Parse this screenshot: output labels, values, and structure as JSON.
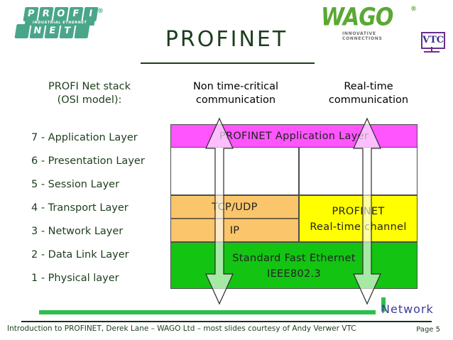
{
  "slide": {
    "title": "PROFINET",
    "page_label": "Page 5",
    "footer": "Introduction to PROFINET, Derek Lane – WAGO Ltd – most slides courtesy of Andy Verwer VTC"
  },
  "logos": {
    "profinet": {
      "line1": "PROFI",
      "line1_letters": [
        "P",
        "R",
        "O",
        "F",
        "I"
      ],
      "line2_letters": [
        "",
        "N",
        "E",
        "T",
        ""
      ],
      "tagline": "INDUSTRIAL ETHERNET",
      "registered": "®",
      "color": "#4aa68a"
    },
    "wago": {
      "wordmark": "WAGO",
      "tagline": "INNOVATIVE CONNECTIONS",
      "registered": "®",
      "color": "#5ba834"
    },
    "vtc": {
      "text": "VTC",
      "color": "#6a2d8f"
    }
  },
  "columns": {
    "stack_header": "PROFI Net stack\n(OSI model):",
    "stack_header_line1": "PROFI Net stack",
    "stack_header_line2": "(OSI model):",
    "non_time_line1": "Non time-critical",
    "non_time_line2": "communication",
    "real_time_line1": "Real-time",
    "real_time_line2": "communication"
  },
  "osi_layers": [
    {
      "label": "7 - Application Layer"
    },
    {
      "label": "6 - Presentation Layer"
    },
    {
      "label": "5 - Session Layer"
    },
    {
      "label": "4 - Transport Layer"
    },
    {
      "label": "3 - Network Layer"
    },
    {
      "label": "2 - Data Link Layer"
    },
    {
      "label": "1 - Physical layer"
    }
  ],
  "diagram": {
    "application_band": "PROFINET Application Layer",
    "tcp_udp": "TCP/UDP",
    "ip": "IP",
    "realtime_line1": "PROFINET",
    "realtime_line2": "Real-time channel",
    "ethernet_line1": "Standard Fast Ethernet",
    "ethernet_line2": "IEEE802.3",
    "network_label": "Network",
    "colors": {
      "application": "#ff55ff",
      "transport": "#fbc56b",
      "realtime": "#ffff00",
      "ethernet": "#13c413",
      "bus": "#2dbf4e",
      "network_text": "#3b3b9e",
      "border": "#4d4d4d"
    }
  },
  "theme": {
    "title_color": "#1d3d1d",
    "background": "#ffffff"
  }
}
